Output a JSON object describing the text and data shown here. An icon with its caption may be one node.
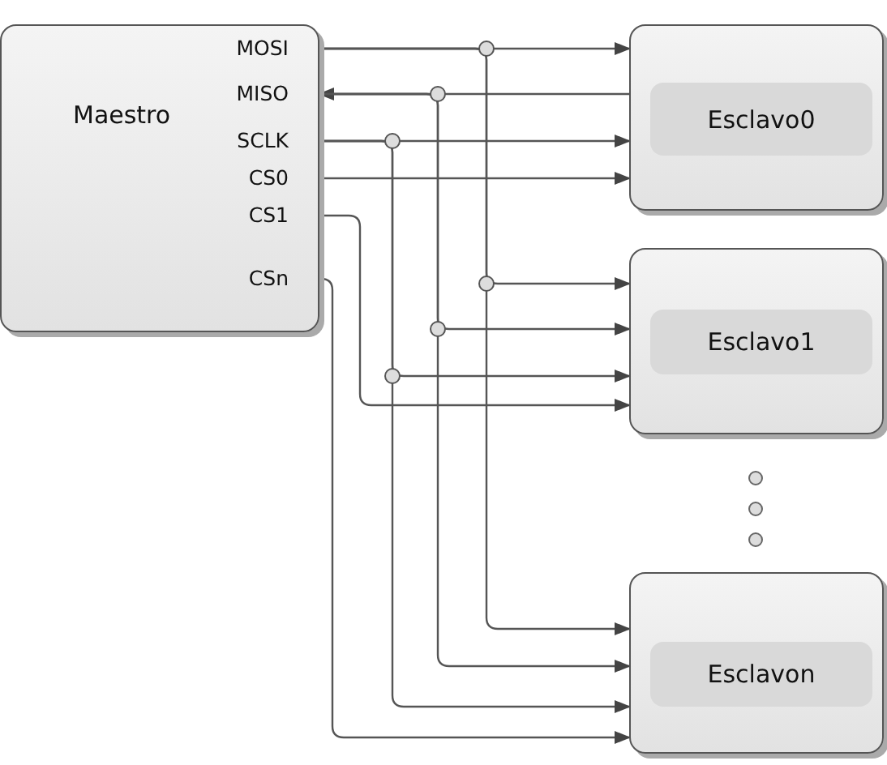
{
  "diagram": {
    "nodes": [
      {
        "text": [
          "Maestro"
        ]
      },
      {
        "text": [
          "MOSI"
        ],
        "in": 0
      },
      {
        "text": [
          "MISO"
        ],
        "in": 0
      },
      {
        "text": [
          "SCLK"
        ],
        "in": 0
      },
      {
        "text": [
          "CS0"
        ],
        "in": 0
      },
      {
        "text": [
          "CS1"
        ],
        "in": 0
      },
      {
        "text": [
          "CSn"
        ],
        "in": 0
      },
      {
        "text": [
          "Esclavo0"
        ]
      },
      {
        "text": [
          "Esclavo1"
        ]
      },
      {
        "text": [
          "Esclavon"
        ]
      }
    ],
    "edges": [
      {
        "from": 1,
        "to": 7,
        "arrow": "to"
      },
      {
        "from": 1,
        "to": 8,
        "arrow": "to"
      },
      {
        "from": 1,
        "to": 9,
        "arrow": "to"
      },
      {
        "from": 7,
        "to": 2,
        "arrow": "to"
      },
      {
        "from": 2,
        "to": 8,
        "arrow": "to"
      },
      {
        "from": 2,
        "to": 9,
        "arrow": "to"
      },
      {
        "from": 3,
        "to": 7,
        "arrow": "to"
      },
      {
        "from": 3,
        "to": 8,
        "arrow": "to"
      },
      {
        "from": 3,
        "to": 9,
        "arrow": "to"
      },
      {
        "from": 4,
        "to": 7,
        "arrow": "to"
      },
      {
        "from": 5,
        "to": 8,
        "arrow": "to"
      },
      {
        "from": 6,
        "to": 9,
        "arrow": "to"
      }
    ]
  }
}
